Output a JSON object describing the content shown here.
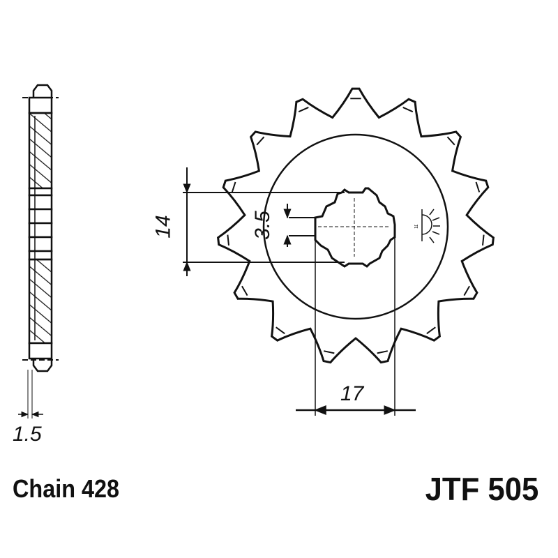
{
  "drawing": {
    "type": "front sprocket technical drawing",
    "teeth_count": 15,
    "dimensions": {
      "spline_height": "14",
      "spline_key": "3.5",
      "bore_width": "17",
      "thickness": "1.5"
    },
    "footer": {
      "chain_label": "Chain 428",
      "part_number": "JTF 505"
    },
    "symbols": {
      "hardened_icon": "sun-hardening-symbol"
    },
    "colors": {
      "line": "#111111",
      "background": "#ffffff"
    }
  }
}
